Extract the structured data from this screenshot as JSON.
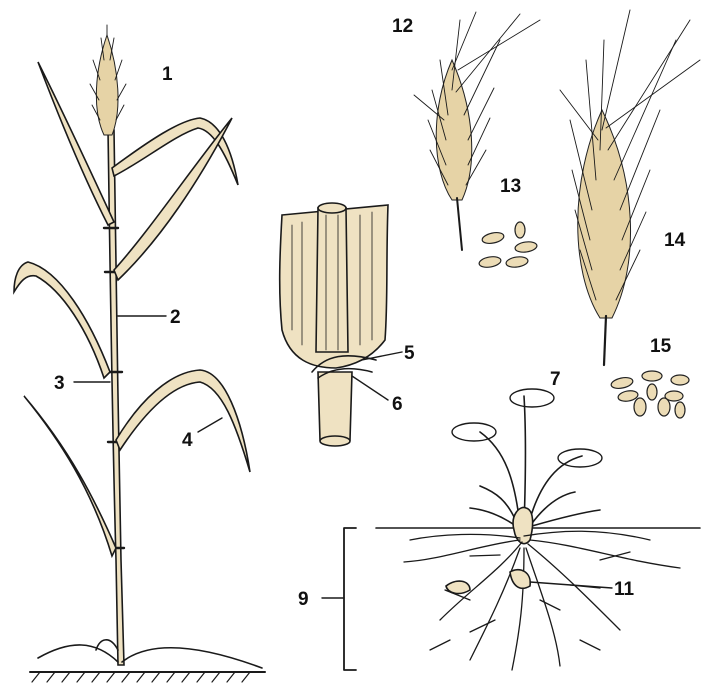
{
  "labels": {
    "l1": "1",
    "l2": "2",
    "l3": "3",
    "l4": "4",
    "l5": "5",
    "l6": "6",
    "l7": "7",
    "l9": "9",
    "l11": "11",
    "l12": "12",
    "l13": "13",
    "l14": "14",
    "l15": "15"
  }
}
